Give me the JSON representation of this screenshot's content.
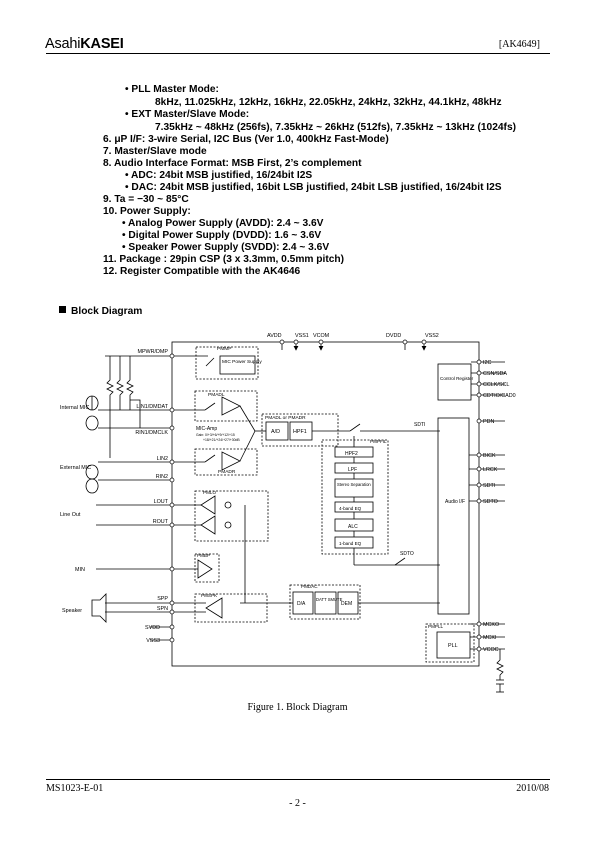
{
  "header": {
    "logo_asahi": "Asahi",
    "logo_kasei": "KASEI",
    "doc_code": "[AK4649]"
  },
  "specs": {
    "pll_title": "• PLL Master Mode:",
    "pll_freqs": "8kHz, 11.025kHz, 12kHz, 16kHz, 22.05kHz, 24kHz, 32kHz, 44.1kHz, 48kHz",
    "ext_title": "• EXT Master/Slave Mode:",
    "ext_freqs": "7.35kHz ~ 48kHz (256fs), 7.35kHz ~ 26kHz (512fs), 7.35kHz ~ 13kHz (1024fs)",
    "l6": "6. μP I/F: 3-wire Serial, I2C Bus (Ver 1.0, 400kHz Fast-Mode)",
    "l7": "7. Master/Slave mode",
    "l8": "8.   Audio Interface Format: MSB First, 2’s complement",
    "l8a": "• ADC: 24bit MSB justified, 16/24bit I2S",
    "l8b": "• DAC: 24bit MSB justified, 16bit LSB justified, 24bit LSB justified, 16/24bit I2S",
    "l9": "9.   Ta = −30 ~ 85°C",
    "l10": "10.  Power Supply:",
    "l10a": "• Analog Power Supply (AVDD): 2.4 ~ 3.6V",
    "l10b": "• Digital Power Supply (DVDD): 1.6 ~ 3.6V",
    "l10c": "• Speaker Power Supply (SVDD):  2.4 ~ 3.6V",
    "l11": "11.  Package : 29pin CSP (3 x 3.3mm, 0.5mm pitch)",
    "l12": "12.  Register Compatible with the AK4646"
  },
  "block_heading": "Block Diagram",
  "diagram": {
    "top_pins": [
      "AVDD",
      "VSS1",
      "VCOM",
      "DVDD",
      "VSS2"
    ],
    "left_pins": [
      "MPWR/DMP",
      "LIN1/DMDAT",
      "RIN1/DMCLK",
      "LIN2",
      "RIN2",
      "LOUT",
      "ROUT",
      "MIN",
      "SPP",
      "SPN",
      "SVDD",
      "VSS3"
    ],
    "right_pins": [
      "I2C",
      "CSN/SDA",
      "CCLK/SCL",
      "CDTIO/CAD0",
      "PDN",
      "BICK",
      "LRCK",
      "SDTI",
      "SDTO",
      "MCKO",
      "MCKI",
      "VCOC"
    ],
    "ext_labels": [
      "Internal MIC",
      "External MIC",
      "Line Out",
      "MIN",
      "Speaker"
    ],
    "blocks": {
      "pmmp": "PMMP",
      "mic_power": "MIC Power Supply",
      "pmadl": "PMADL",
      "mic_amp": "MIC-Amp",
      "mic_gain1": "Gain: 0/+3/+6/+9/+12/+15",
      "mic_gain2": "+18/+21/+24/+27/+30dB",
      "pmadr": "PMADR",
      "pmadl_or_pmadr": "PMADL or PMADR",
      "ad": "A/D",
      "hpf1": "HPF1",
      "pmpfil": "PMPFIL",
      "hpf2": "HPF2",
      "lpf": "LPF",
      "stereo_sep": "Stereo Separation",
      "eq4": "4-band EQ",
      "alc": "ALC",
      "eq1": "1-band EQ",
      "sdti": "SDTI",
      "sdto": "SDTO",
      "pmlo": "PMLO",
      "pmbp": "PMBP",
      "pmspk": "PMSPK",
      "pmdac": "PMDAC",
      "da": "D/A",
      "datt_smute": "DATT SMUTE",
      "dem": "DEM",
      "control_register": "Control Register",
      "audio_if": "Audio I/F",
      "pmpll": "PMPLL",
      "pll": "PLL"
    }
  },
  "caption": "Figure 1. Block Diagram",
  "footer": {
    "left": "MS1023-E-01",
    "right": "2010/08",
    "page": "- 2 -"
  }
}
